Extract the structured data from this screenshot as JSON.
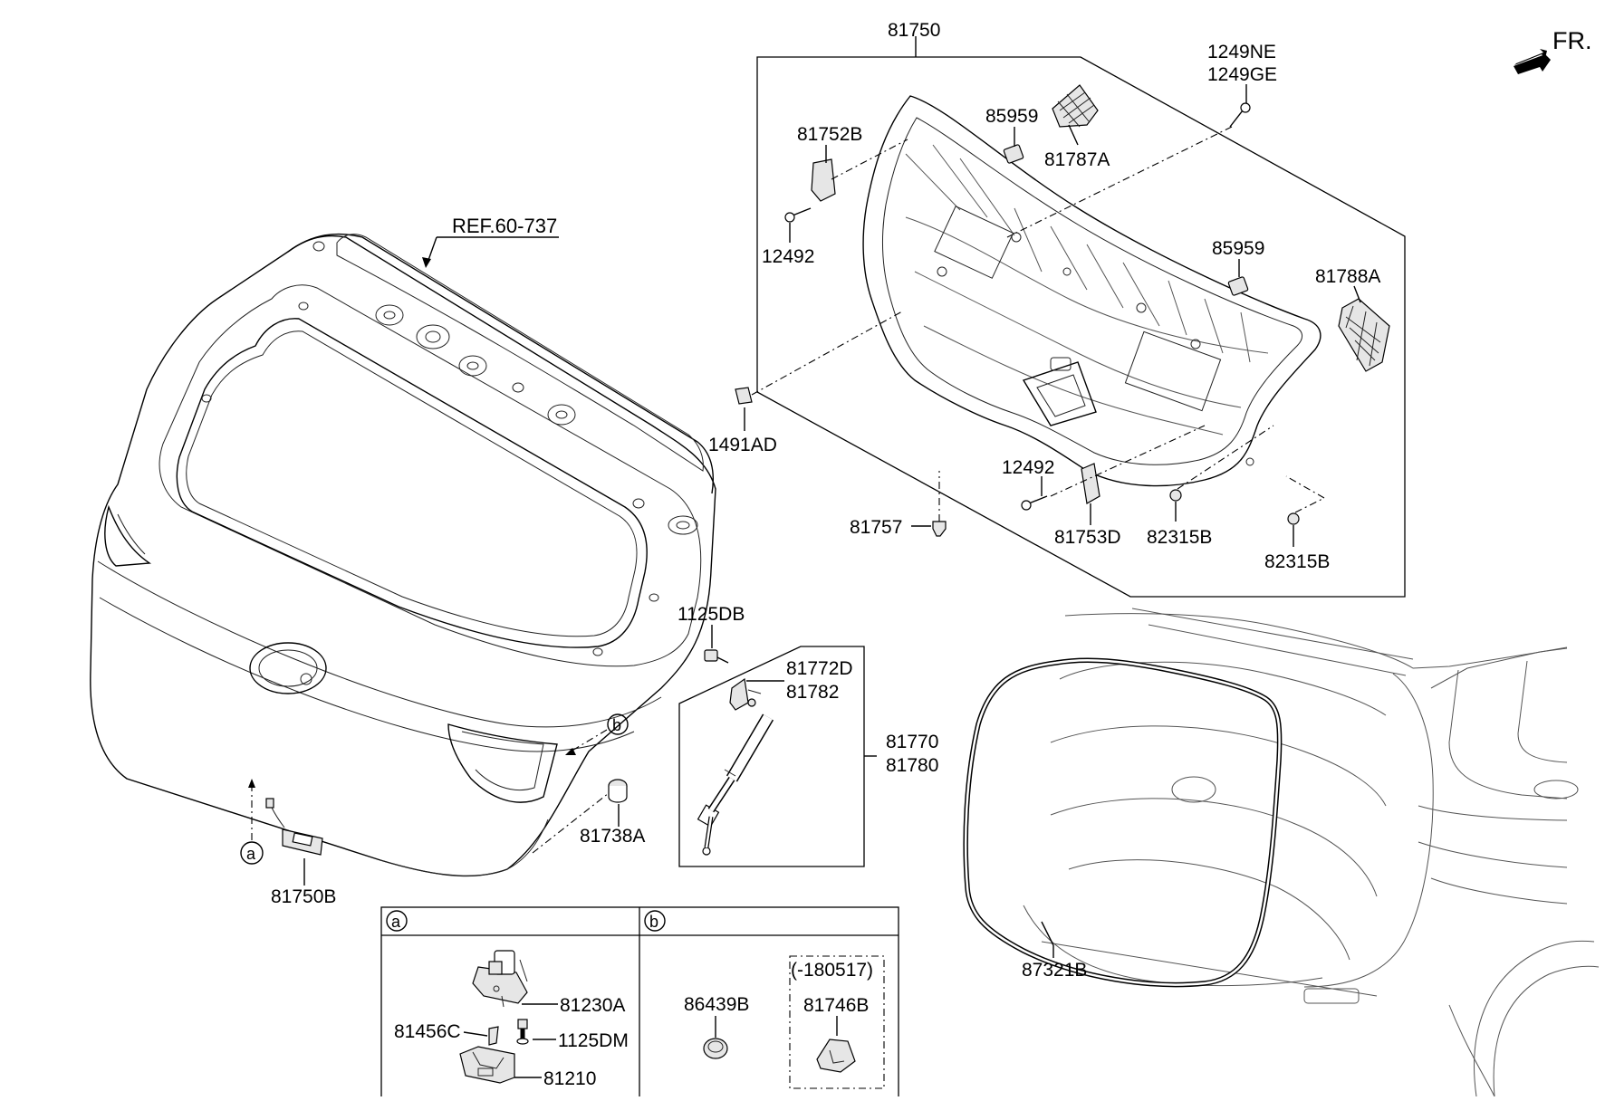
{
  "direction": {
    "label": "FR.",
    "arrow_icon": "front-direction-arrow-icon"
  },
  "reference": {
    "label": "REF.60-737"
  },
  "trim_assembly": {
    "label": "81750"
  },
  "callouts": {
    "p1249NE": "1249NE",
    "p1249GE": "1249GE",
    "p81752B": "81752B",
    "p85959_top": "85959",
    "p81787A": "81787A",
    "p12492_top": "12492",
    "p85959_mid": "85959",
    "p81788A": "81788A",
    "p1491AD": "1491AD",
    "p12492_low": "12492",
    "p81757": "81757",
    "p81753D": "81753D",
    "p82315B_a": "82315B",
    "p82315B_b": "82315B",
    "p1125DB": "1125DB",
    "p81772D": "81772D",
    "p81782": "81782",
    "p81770": "81770",
    "p81780": "81780",
    "p81738A": "81738A",
    "p81750B": "81750B",
    "p87321B": "87321B",
    "ref_a": "a",
    "ref_b": "b"
  },
  "detail_a": {
    "tag": "a",
    "parts": {
      "p81230A": "81230A",
      "p81456C": "81456C",
      "p1125DM": "1125DM",
      "p81210": "81210"
    }
  },
  "detail_b": {
    "tag": "b",
    "parts": {
      "p86439B": "86439B",
      "p81746B": "81746B",
      "date_note": "(-180517)"
    }
  }
}
